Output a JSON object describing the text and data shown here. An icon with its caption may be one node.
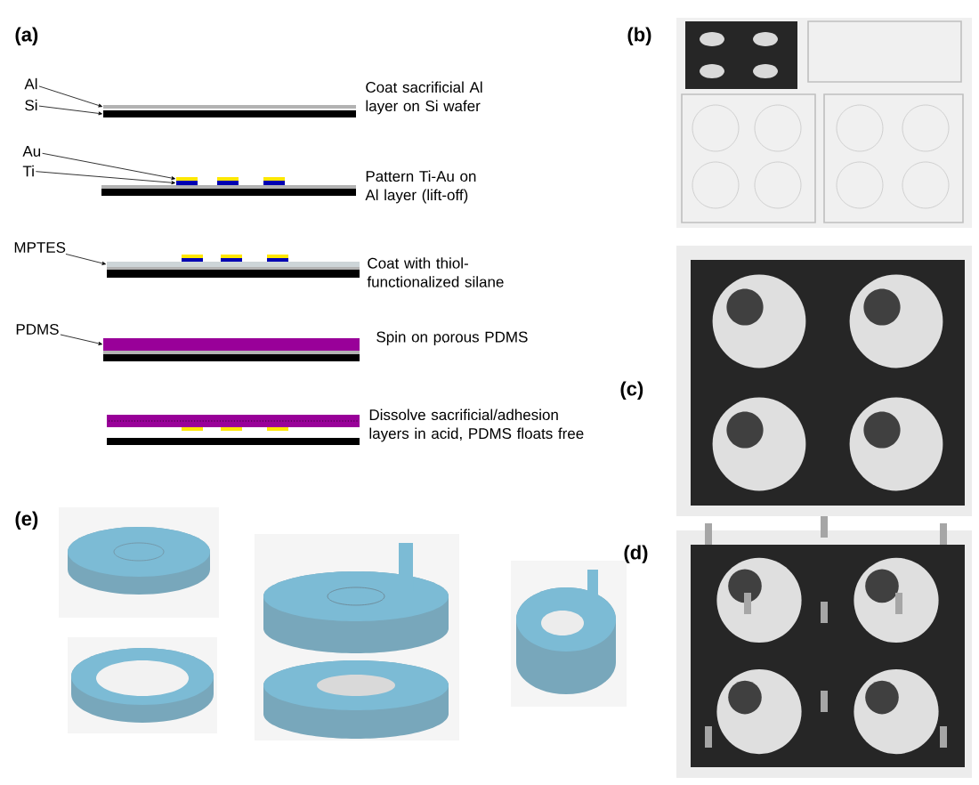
{
  "diagram": {
    "nodes": [
      {
        "text": [
          "Al"
        ]
      },
      {
        "text": [],
        "shape": "bar"
      },
      {
        "text": [
          "Si"
        ]
      },
      {
        "text": [],
        "shape": "bar"
      },
      {
        "text": [
          "Au"
        ]
      },
      {
        "text": [],
        "shape": "bar"
      },
      {
        "text": [
          "Ti"
        ]
      },
      {
        "text": [],
        "shape": "bar"
      },
      {
        "text": [
          "MPTES"
        ]
      },
      {
        "text": [],
        "shape": "bar"
      },
      {
        "text": [
          "PDMS"
        ]
      },
      {
        "text": [],
        "shape": "bar"
      }
    ],
    "edges": [
      {
        "from": 0,
        "to": 1,
        "arrow": "to"
      },
      {
        "from": 2,
        "to": 3,
        "arrow": "to"
      },
      {
        "from": 4,
        "to": 5,
        "arrow": "to"
      },
      {
        "from": 6,
        "to": 7,
        "arrow": "to"
      },
      {
        "from": 8,
        "to": 9,
        "arrow": "to"
      },
      {
        "from": 10,
        "to": 11,
        "arrow": "to"
      }
    ],
    "labels": [
      "(a)",
      "Coat sacrificial Al layer on Si wafer",
      "Pattern Ti-Au on Al layer (lift-off)",
      "Coat with thiol-functionalized silane",
      "Spin on porous PDMS",
      "Dissolve sacrificial/adhesion layers in acid, PDMS floats free",
      "(b)",
      "(c)",
      "(d)",
      "(e)"
    ]
  }
}
